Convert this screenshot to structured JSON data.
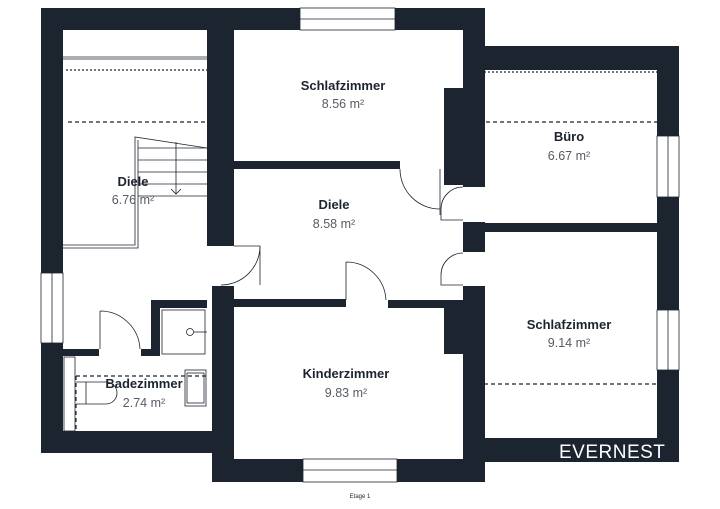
{
  "colors": {
    "wall": "#1c2430",
    "background": "#ffffff",
    "area_text": "#555b63"
  },
  "rooms": [
    {
      "name": "Schlafzimmer",
      "area": "8.56 m²"
    },
    {
      "name": "Diele",
      "area": "6.76 m²"
    },
    {
      "name": "Diele",
      "area": "8.58 m²"
    },
    {
      "name": "Büro",
      "area": "6.67 m²"
    },
    {
      "name": "Schlafzimmer",
      "area": "9.14 m²"
    },
    {
      "name": "Kinderzimmer",
      "area": "9.83 m²"
    },
    {
      "name": "Badezimmer",
      "area": "2.74 m²"
    }
  ],
  "brand": "EVERNEST",
  "footer": {
    "floor_label": "Etage 1"
  }
}
